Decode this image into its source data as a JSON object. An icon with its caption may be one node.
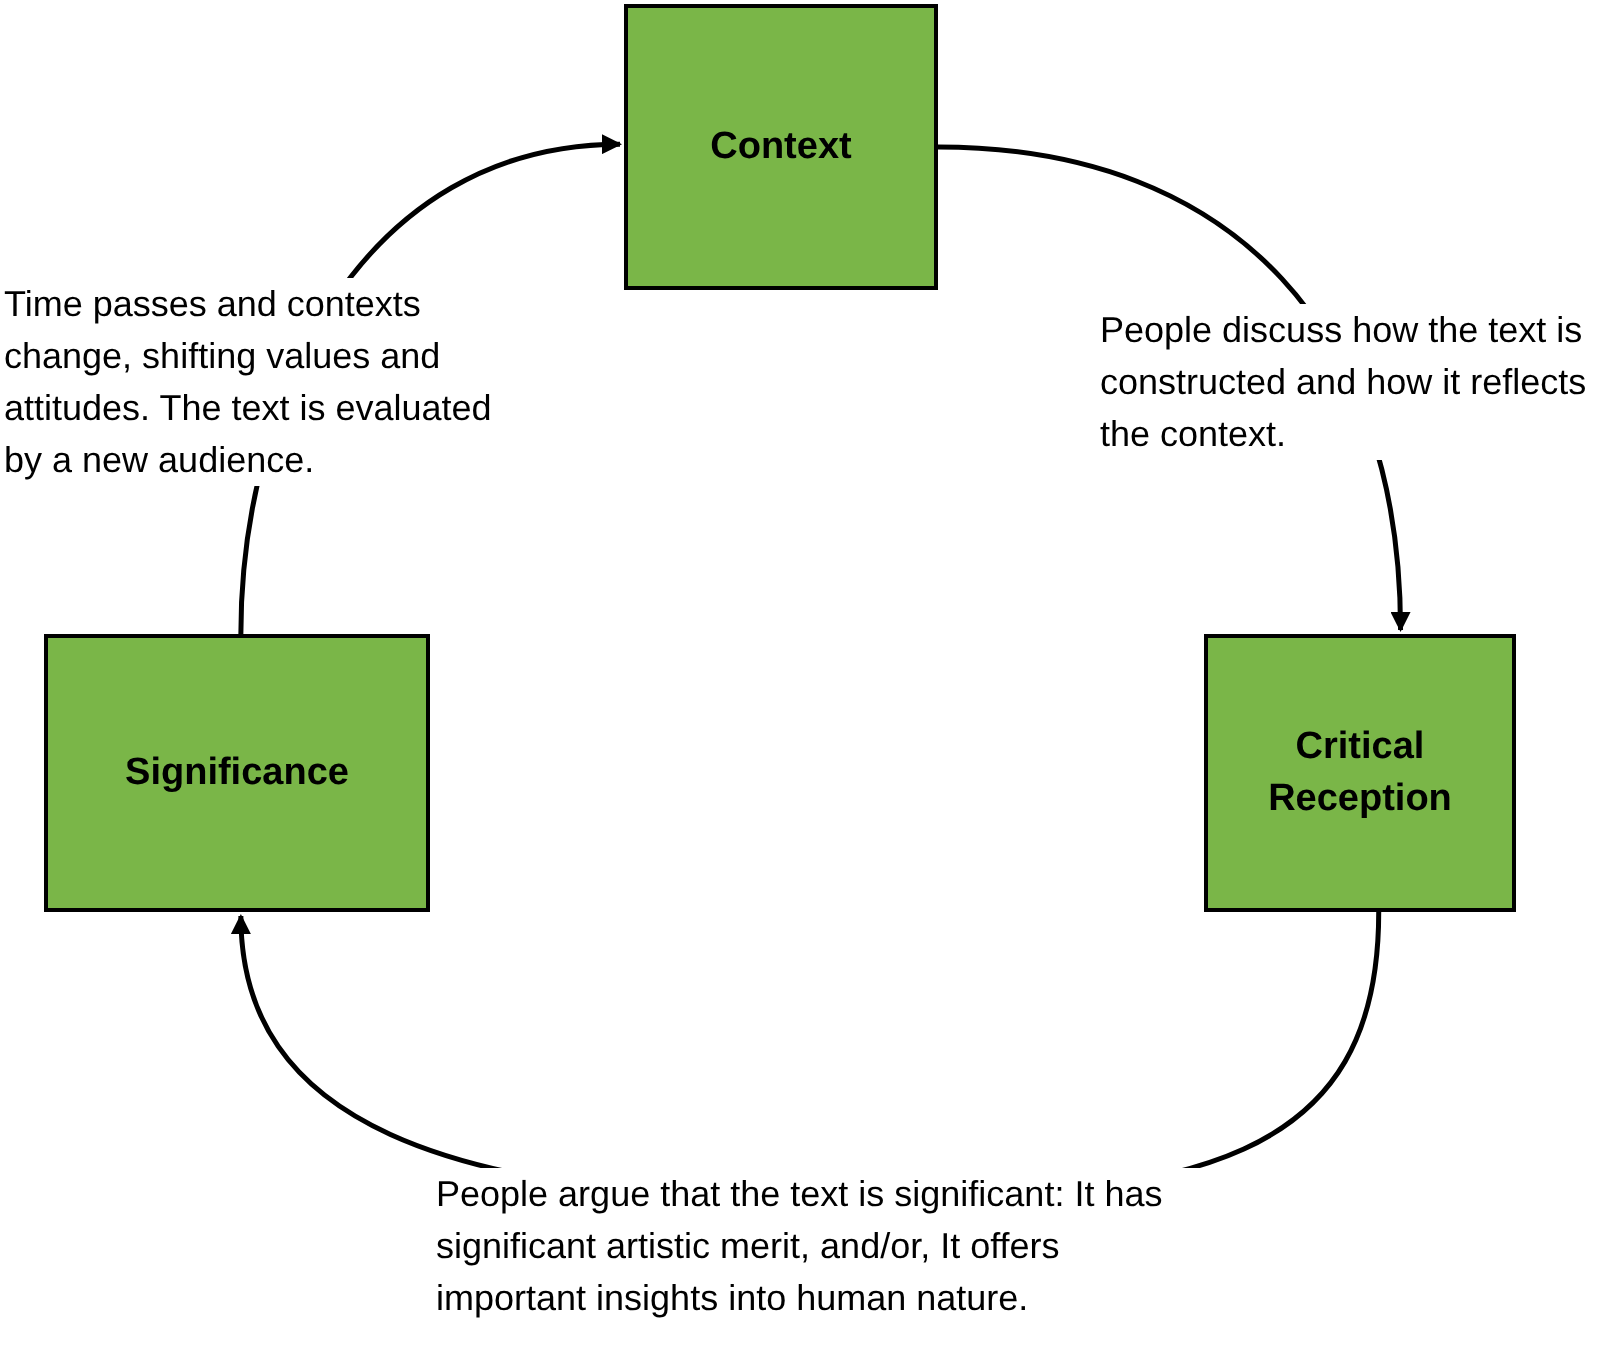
{
  "diagram": {
    "nodes": [
      {
        "text": [
          "Context"
        ]
      },
      {
        "text": [
          "Critical Reception"
        ]
      },
      {
        "text": [
          "Significance"
        ]
      }
    ],
    "edges": [
      {
        "from": 0,
        "to": 1,
        "arrow": "to",
        "label": "People discuss how the text is constructed and how it reflects the context."
      },
      {
        "from": 1,
        "to": 2,
        "arrow": "to",
        "label": "People argue that the text is significant: It has significant artistic merit, and/or, It offers important insights into human nature."
      },
      {
        "from": 2,
        "to": 0,
        "arrow": "to",
        "label": "Time passes and contexts change, shifting values and attitudes. The text is evaluated by a new audience."
      }
    ]
  }
}
